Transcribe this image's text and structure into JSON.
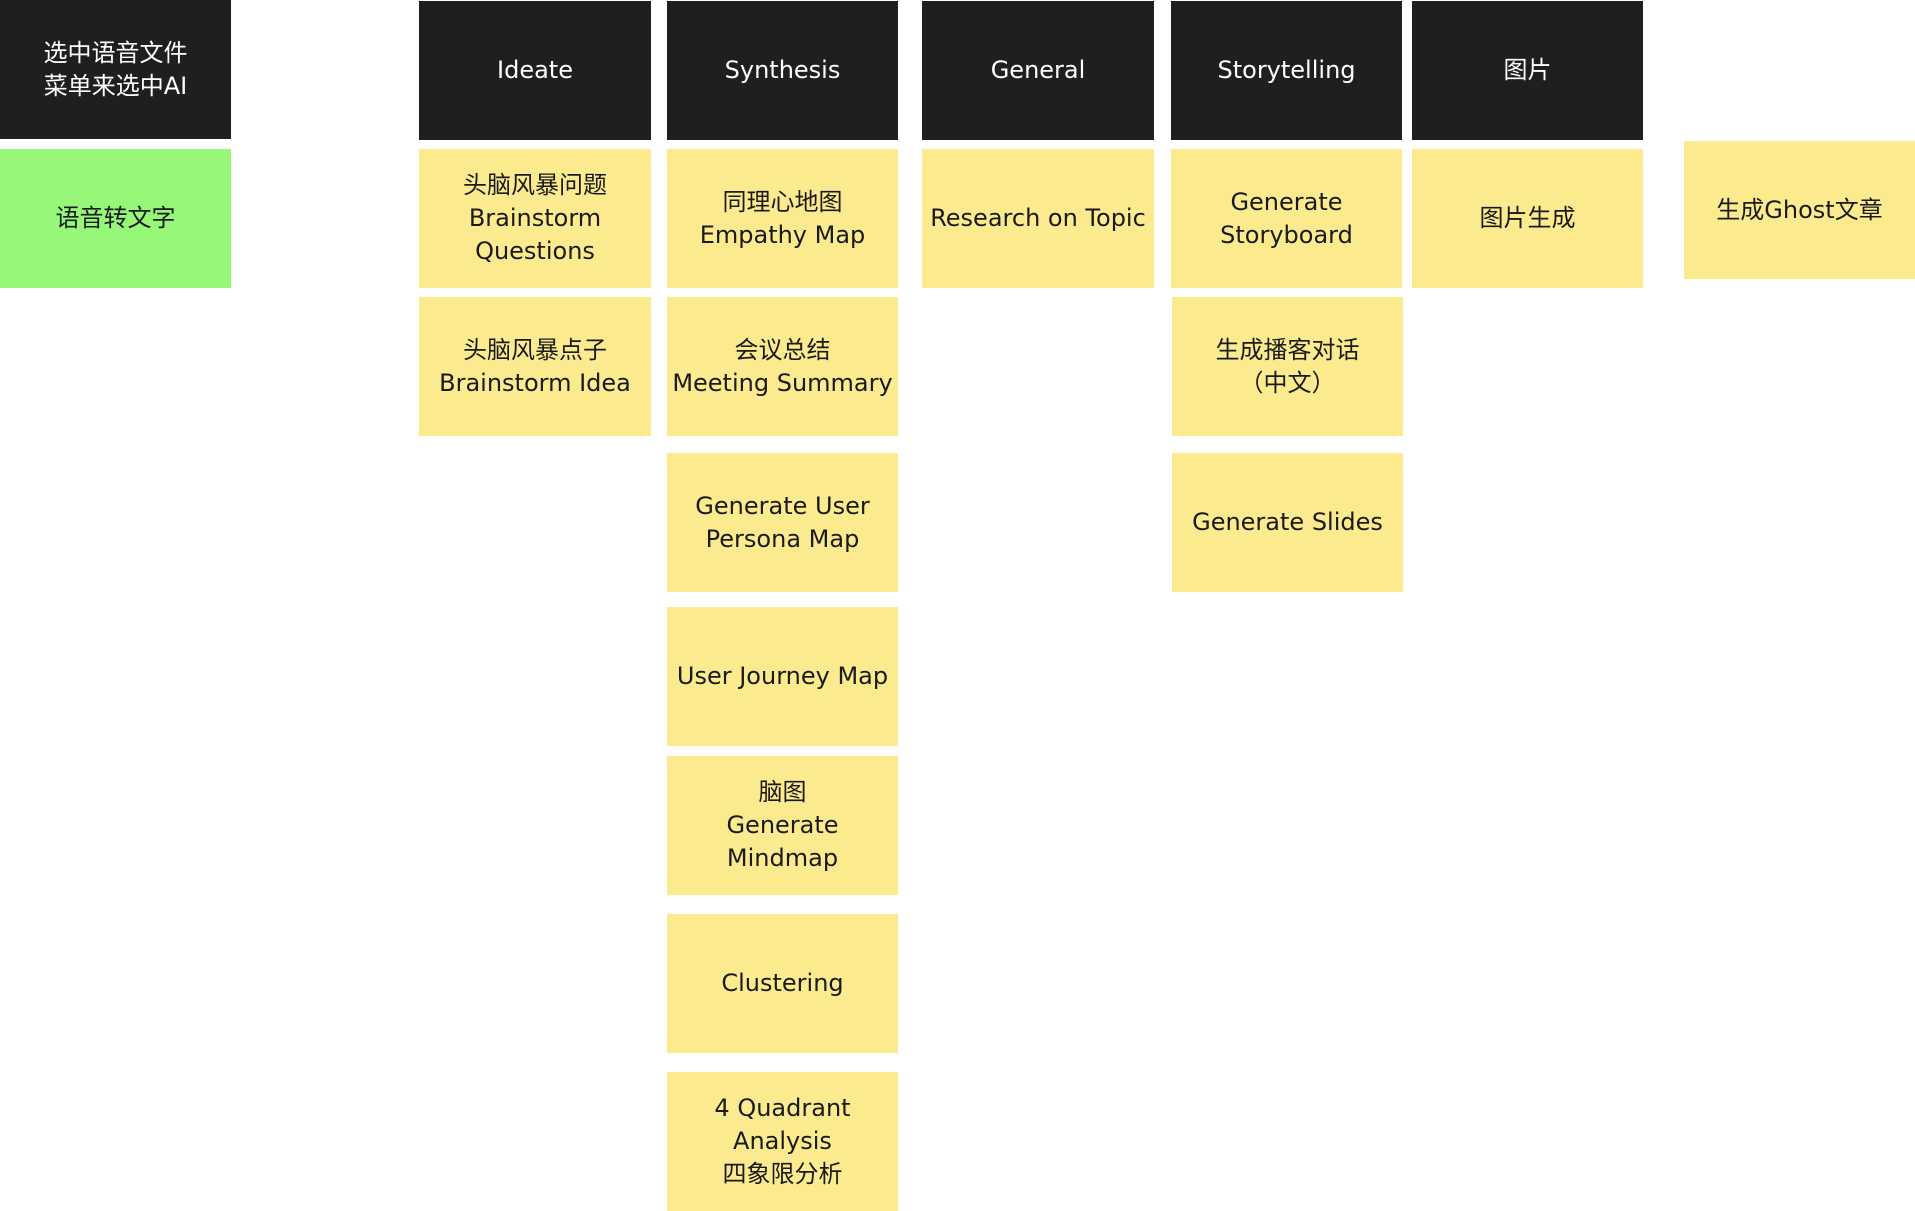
{
  "colors": {
    "header_bg": "#1f1f1f",
    "header_text": "#ffffff",
    "sticky_yellow": "#fbeb8e",
    "sticky_green": "#96f778",
    "canvas": "#ffffff"
  },
  "intro": {
    "instruction": "选中语音文件\n菜单来选中AI",
    "speech_to_text": "语音转文字"
  },
  "columns": {
    "ideate": {
      "header": "Ideate",
      "items": [
        "头脑风暴问题\nBrainstorm\nQuestions",
        "头脑风暴点子\nBrainstorm Idea"
      ]
    },
    "synthesis": {
      "header": "Synthesis",
      "items": [
        "同理心地图\nEmpathy Map",
        "会议总结\nMeeting Summary",
        "Generate User\nPersona Map",
        "User Journey Map",
        "脑图\nGenerate Mindmap",
        "Clustering",
        "4 Quadrant Analysis\n四象限分析"
      ]
    },
    "general": {
      "header": "General",
      "items": [
        "Research on Topic"
      ]
    },
    "storytelling": {
      "header": "Storytelling",
      "items": [
        "Generate\nStoryboard",
        "生成播客对话\n（中文）",
        "Generate Slides"
      ]
    },
    "image": {
      "header": "图片",
      "items": [
        "图片生成"
      ]
    }
  },
  "extra": {
    "ghost_article": "生成Ghost文章"
  }
}
